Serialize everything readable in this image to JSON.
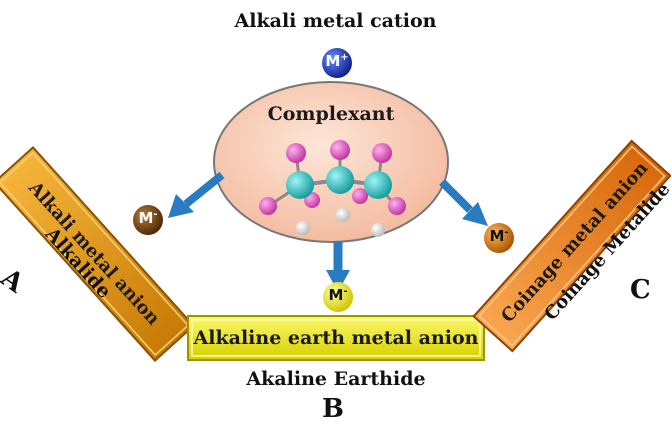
{
  "title": "Alkali metal cation",
  "cation": {
    "symbol": "M",
    "charge": "+",
    "color": "#1a2fb0"
  },
  "complexant": {
    "label": "Complexant",
    "fill": "#f8cdb8"
  },
  "alkalide": {
    "bar_label": "Alkali metal anion",
    "caption": "Alkalide",
    "letter": "A",
    "ion_symbol": "M",
    "ion_charge": "-",
    "bar_color": "#e39a14",
    "ion_color": "#6b3a0c"
  },
  "earthide": {
    "bar_label": "Alkaline earth metal anion",
    "caption": "Akaline Earthide",
    "letter": "B",
    "ion_symbol": "M",
    "ion_charge": "-",
    "bar_color": "#f2ee1a",
    "ion_color": "#e8e016"
  },
  "metalide": {
    "bar_label": "Coinage metal anion",
    "caption": "Coinage Metalide",
    "letter": "C",
    "ion_symbol": "M",
    "ion_charge": "-",
    "bar_color": "#f08a2a",
    "ion_color": "#c86a10"
  },
  "arrow_color": "#2a7cc0"
}
